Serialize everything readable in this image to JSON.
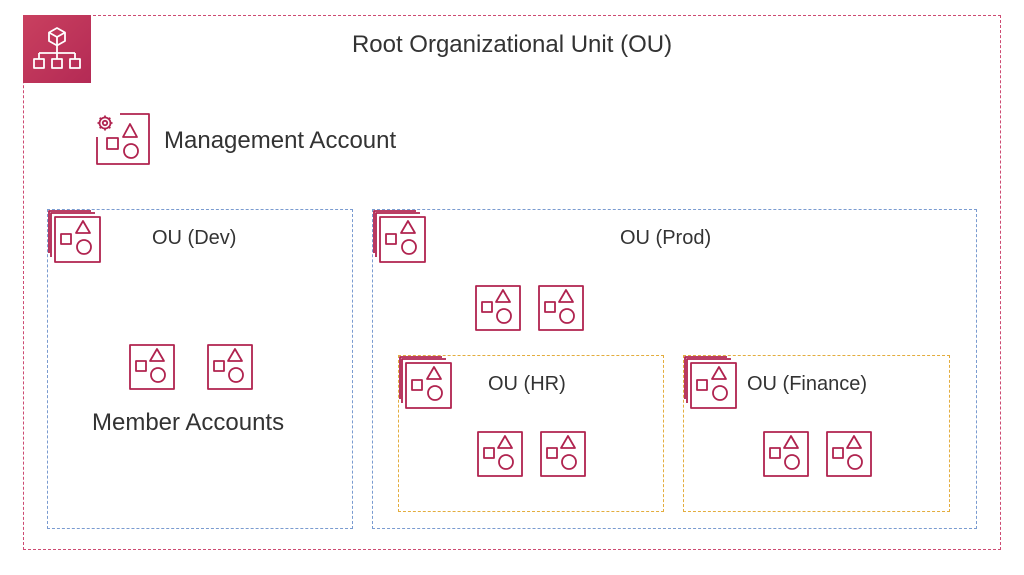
{
  "diagram": {
    "root": {
      "title": "Root Organizational Unit (OU)",
      "badge_icon": "organization-tree-icon"
    },
    "management": {
      "label": "Management Account",
      "icon": "management-account-icon"
    },
    "ou_dev": {
      "label": "OU (Dev)",
      "member_label": "Member Accounts",
      "member_count": 2
    },
    "ou_prod": {
      "label": "OU (Prod)",
      "member_count": 2
    },
    "ou_hr": {
      "label": "OU (HR)",
      "member_count": 2
    },
    "ou_finance": {
      "label": "OU (Finance)",
      "member_count": 2
    },
    "colors": {
      "root_border": "#cd4a72",
      "ou_border": "#7a9bd0",
      "nested_ou_border": "#e3ad3e",
      "icon_stroke": "#b0234f",
      "badge_fill": "#c13a5c"
    }
  }
}
